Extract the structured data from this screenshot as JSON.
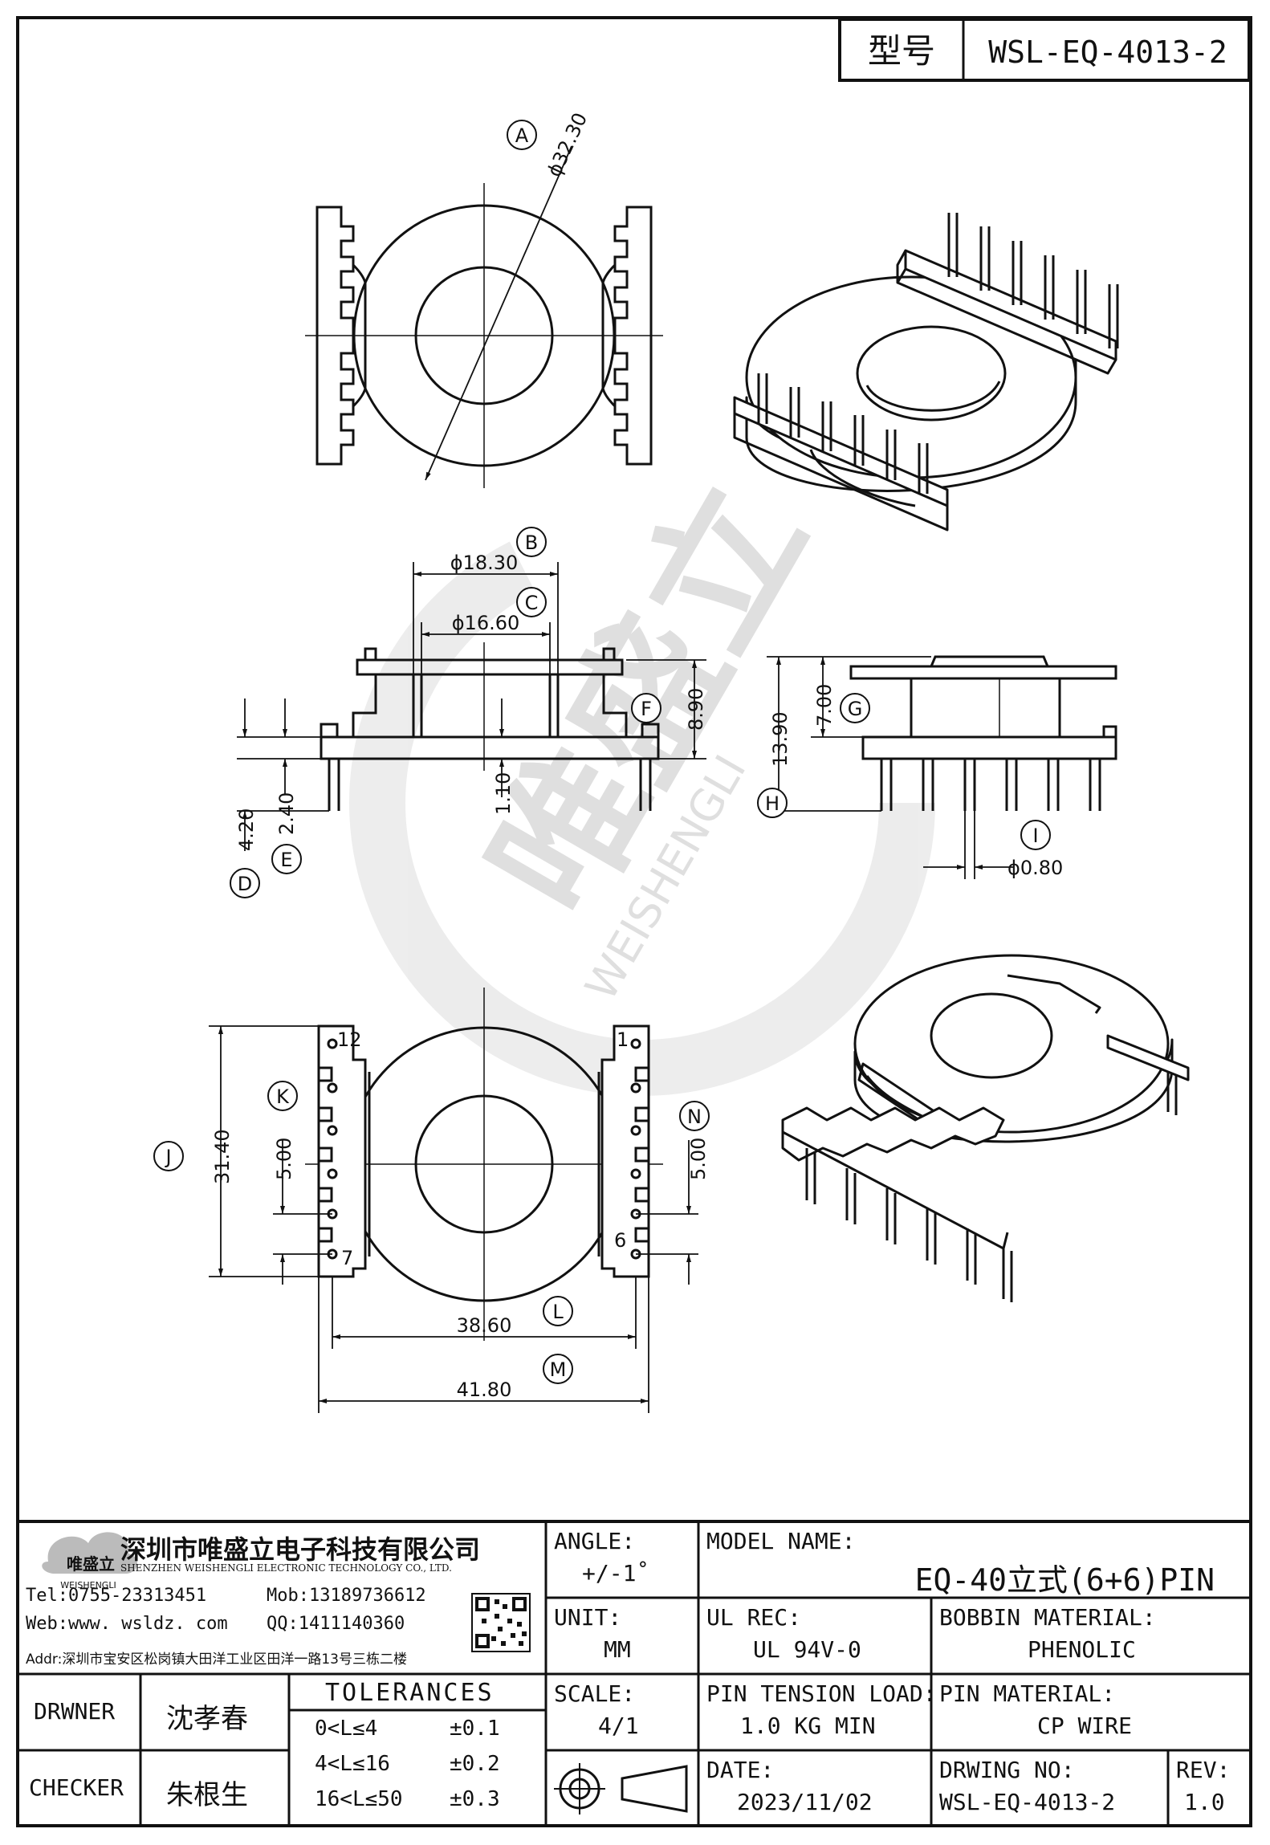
{
  "header": {
    "type_label": "型号",
    "model_code": "WSL-EQ-4013-2"
  },
  "dimensions": {
    "A": {
      "letter": "A",
      "value": "ϕ32.30"
    },
    "B": {
      "letter": "B",
      "value": "ϕ18.30"
    },
    "C": {
      "letter": "C",
      "value": "ϕ16.60"
    },
    "D": {
      "letter": "D",
      "value": "4.20"
    },
    "E": {
      "letter": "E",
      "value": "2.40"
    },
    "F": {
      "letter": "F",
      "value": "8.90"
    },
    "G": {
      "letter": "G",
      "value": "7.00"
    },
    "H": {
      "letter": "H",
      "value": "13.90"
    },
    "I": {
      "letter": "I",
      "value": "ϕ0.80"
    },
    "J": {
      "letter": "J",
      "value": "31.40"
    },
    "K": {
      "letter": "K",
      "value": "5.00"
    },
    "L": {
      "letter": "L",
      "value": "38.60"
    },
    "M": {
      "letter": "M",
      "value": "41.80"
    },
    "N": {
      "letter": "N",
      "value": "5.00"
    },
    "flange": "1.10"
  },
  "pin_labels": {
    "p1": "1",
    "p6": "6",
    "p7": "7",
    "p12": "12"
  },
  "watermark": {
    "cn": "唯盛立",
    "en": "WEISHENGLI"
  },
  "company": {
    "logo_cn": "唯盛立",
    "logo_en": "WEISHENGLI",
    "name_cn": "深圳市唯盛立电子科技有限公司",
    "name_en": "SHENZHEN WEISHENGLI ELECTRONIC TECHNOLOGY CO., LTD.",
    "tel": "Tel:0755-23313451",
    "mob": "Mob:13189736612",
    "web": "Web:www. wsldz. com",
    "qq": "QQ:1411140360",
    "addr": "Addr:深圳市宝安区松岗镇大田洋工业区田洋一路13号三栋二楼"
  },
  "title_block": {
    "angle_label": "ANGLE:",
    "angle_value": "+/-1˚",
    "model_label": "MODEL NAME:",
    "model_value": "EQ-40立式(6+6)PIN",
    "unit_label": "UNIT:",
    "unit_value": "MM",
    "ul_label": "UL REC:",
    "ul_value": "UL 94V-0",
    "bobbin_label": "BOBBIN MATERIAL:",
    "bobbin_value": "PHENOLIC",
    "scale_label": "SCALE:",
    "scale_value": "4/1",
    "tension_label": "PIN TENSION LOAD:",
    "tension_value": "1.0 KG MIN",
    "pinmat_label": "PIN MATERIAL:",
    "pinmat_value": "CP WIRE",
    "date_label": "DATE:",
    "date_value": "2023/11/02",
    "drwno_label": "DRWING NO:",
    "drwno_value": "WSL-EQ-4013-2",
    "rev_label": "REV:",
    "rev_value": "1.0",
    "drawer_label": "DRWNER",
    "drawer_name": "沈孝春",
    "checker_label": "CHECKER",
    "checker_name": "朱根生",
    "tolerances_title": "TOLERANCES",
    "tolerances": [
      {
        "range": "0<L≤4",
        "tol": "±0.1"
      },
      {
        "range": "4<L≤16",
        "tol": "±0.2"
      },
      {
        "range": "16<L≤50",
        "tol": "±0.3"
      }
    ]
  }
}
